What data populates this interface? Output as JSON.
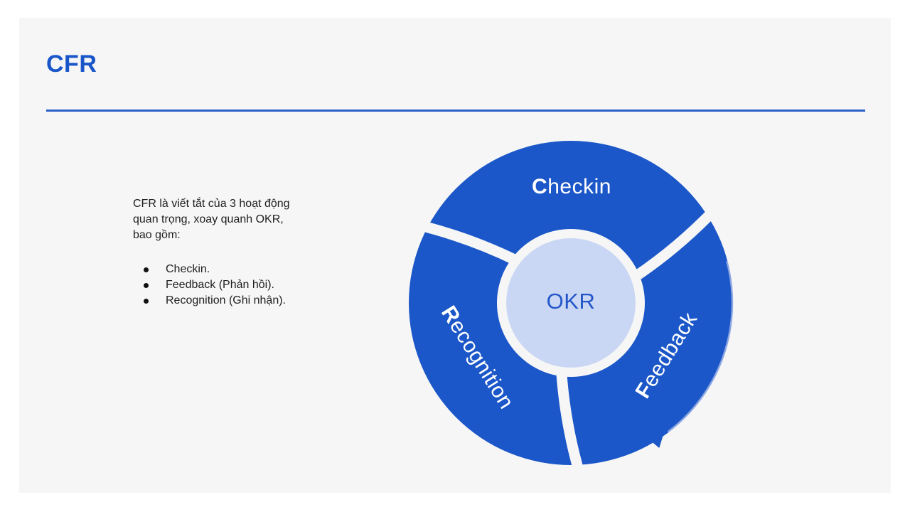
{
  "slide": {
    "title": "CFR"
  },
  "left_text": {
    "paragraph_lines": [
      "CFR là viết tắt của 3 hoạt động",
      "quan trọng, xoay quanh OKR,",
      "bao gồm:"
    ],
    "bullets": [
      "Checkin.",
      "Feedback (Phản hồi).",
      "Recognition (Ghi nhận)."
    ]
  },
  "diagram": {
    "center_label": "OKR",
    "segments": [
      {
        "name": "Checkin",
        "initial": "C",
        "rest": "heckin"
      },
      {
        "name": "Feedback",
        "initial": "F",
        "rest": "eedback"
      },
      {
        "name": "Recognition",
        "initial": "R",
        "rest": "ecognition"
      }
    ]
  },
  "theme": {
    "page_bg": "#ffffff",
    "slide_bg": "#f6f6f6",
    "title_blue": "#1956c9",
    "rule_blue": "#2b5fc9",
    "body_text": "#1e1e1e",
    "segment_blue": "#1b57c8",
    "center_fill": "#c9d7f4",
    "center_text": "#2356c8",
    "gap_color": "#f6f6f6",
    "edge_highlight": "#9fb4e6"
  }
}
